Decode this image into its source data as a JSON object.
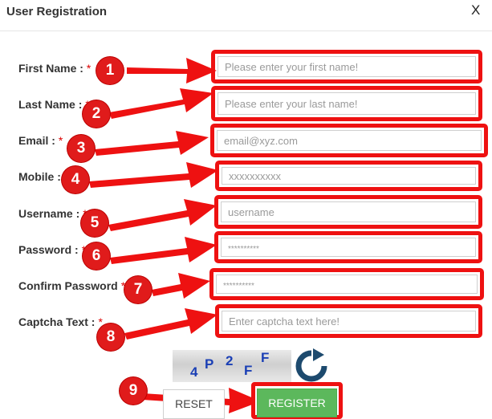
{
  "dialog": {
    "title": "User Registration",
    "close_label": "X"
  },
  "fields": [
    {
      "label": "First Name :",
      "required": "*",
      "placeholder": "Please enter your first name!"
    },
    {
      "label": "Last Name :",
      "required": "*",
      "placeholder": "Please enter your last name!"
    },
    {
      "label": "Email :",
      "required": "*",
      "placeholder": "email@xyz.com"
    },
    {
      "label": "Mobile :",
      "required": "*",
      "placeholder": "xxxxxxxxxx"
    },
    {
      "label": "Username :",
      "required": "*",
      "placeholder": "username"
    },
    {
      "label": "Password :",
      "required": "*",
      "placeholder": "**********"
    },
    {
      "label": "Confirm Password",
      "required": "*",
      "placeholder": "**********"
    },
    {
      "label": "Captcha Text :",
      "required": "*",
      "placeholder": "Enter captcha text here!"
    }
  ],
  "captcha": {
    "chars": [
      "4",
      "P",
      "2",
      "F",
      "F"
    ]
  },
  "buttons": {
    "reset_label": "RESET",
    "register_label": "REGISTER"
  },
  "annotations": [
    "1",
    "2",
    "3",
    "4",
    "5",
    "6",
    "7",
    "8",
    "9"
  ],
  "colors": {
    "highlight": "#ee1111",
    "badge": "#e01b1b",
    "register": "#5cb85c",
    "captcha_text": "#1a3fb5",
    "refresh_icon": "#1d4a6e"
  },
  "icons": {
    "refresh": "refresh-icon"
  }
}
